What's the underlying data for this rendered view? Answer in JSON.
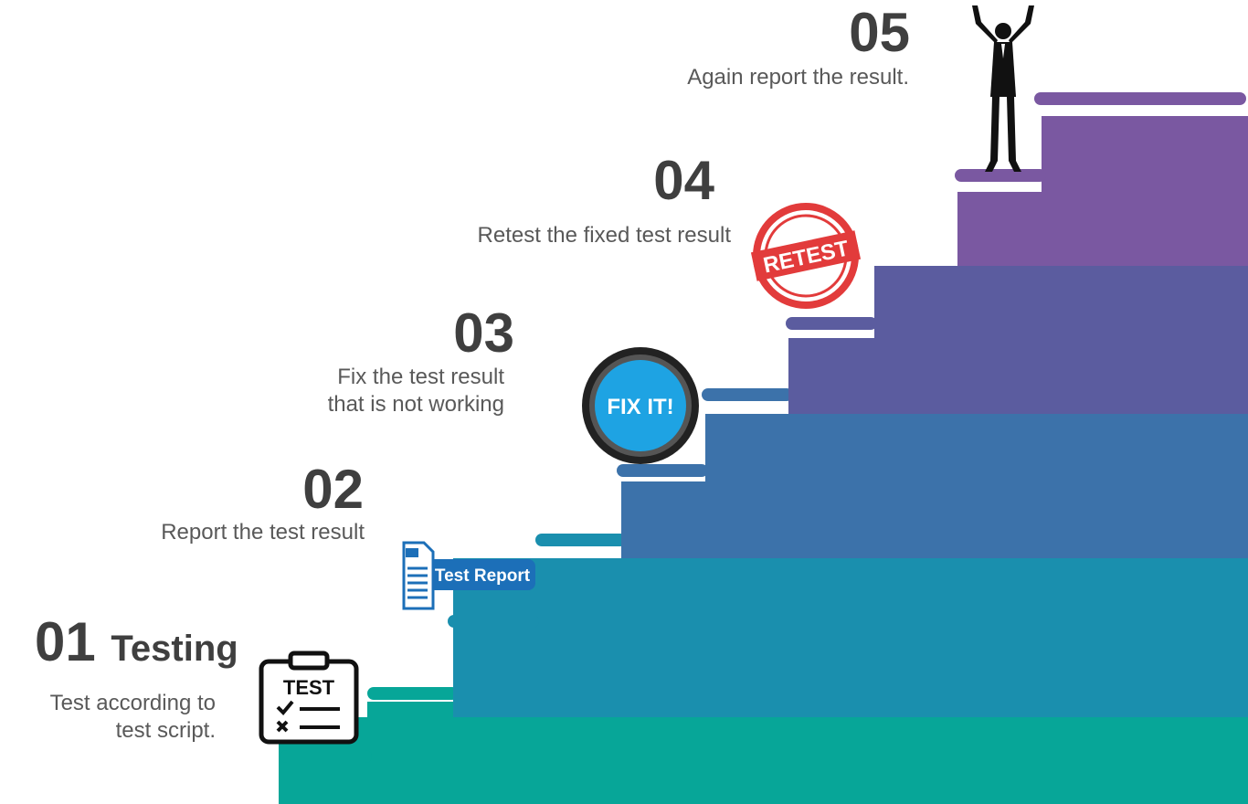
{
  "colors": {
    "step1": "#07a698",
    "step2": "#1a8fae",
    "step3": "#3c72aa",
    "step4": "#5b5c9f",
    "step5": "#7a58a1"
  },
  "steps": [
    {
      "number": "01",
      "title": "Testing",
      "description": [
        "Test according to",
        "test script."
      ],
      "icon": "clipboard-test-icon"
    },
    {
      "number": "02",
      "title": "",
      "description": [
        "Report the test result"
      ],
      "icon": "test-report-icon"
    },
    {
      "number": "03",
      "title": "",
      "description": [
        "Fix the test result",
        "that is not working"
      ],
      "icon": "fix-it-button-icon"
    },
    {
      "number": "04",
      "title": "",
      "description": [
        "Retest the fixed test result"
      ],
      "icon": "retest-stamp-icon"
    },
    {
      "number": "05",
      "title": "",
      "description": [
        "Again report the result."
      ],
      "icon": "celebrating-man-icon"
    }
  ],
  "icon_text": {
    "test_clipboard": "TEST",
    "test_report": "Test Report",
    "fix_it": "FIX IT!",
    "retest": "RETEST"
  }
}
